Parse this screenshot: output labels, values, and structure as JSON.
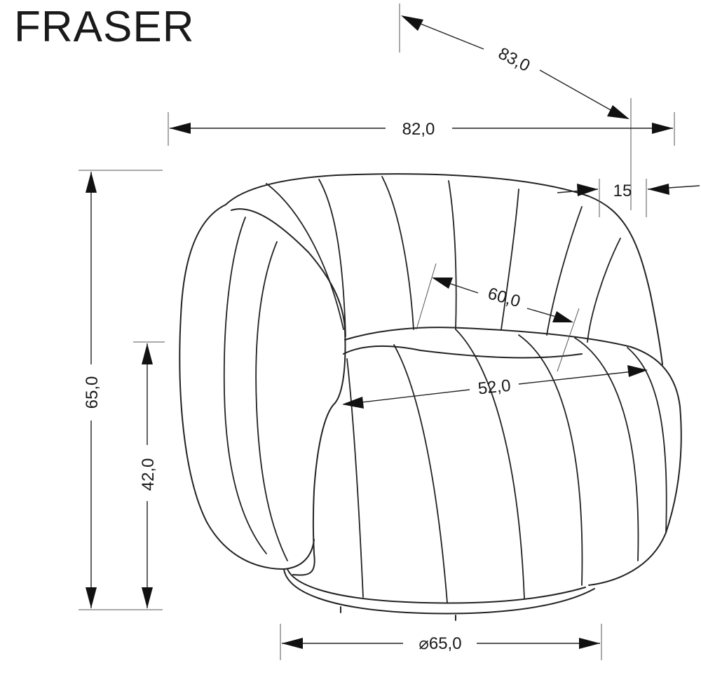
{
  "title": "FRASER",
  "dimensions": {
    "depth": "83,0",
    "width": "82,0",
    "back_offset": "15",
    "seat_depth": "60,0",
    "seat_width": "52,0",
    "height": "65,0",
    "seat_height": "42,0",
    "base_diameter": "⌀65,0"
  },
  "colors": {
    "line": "#222222",
    "background": "#ffffff"
  }
}
